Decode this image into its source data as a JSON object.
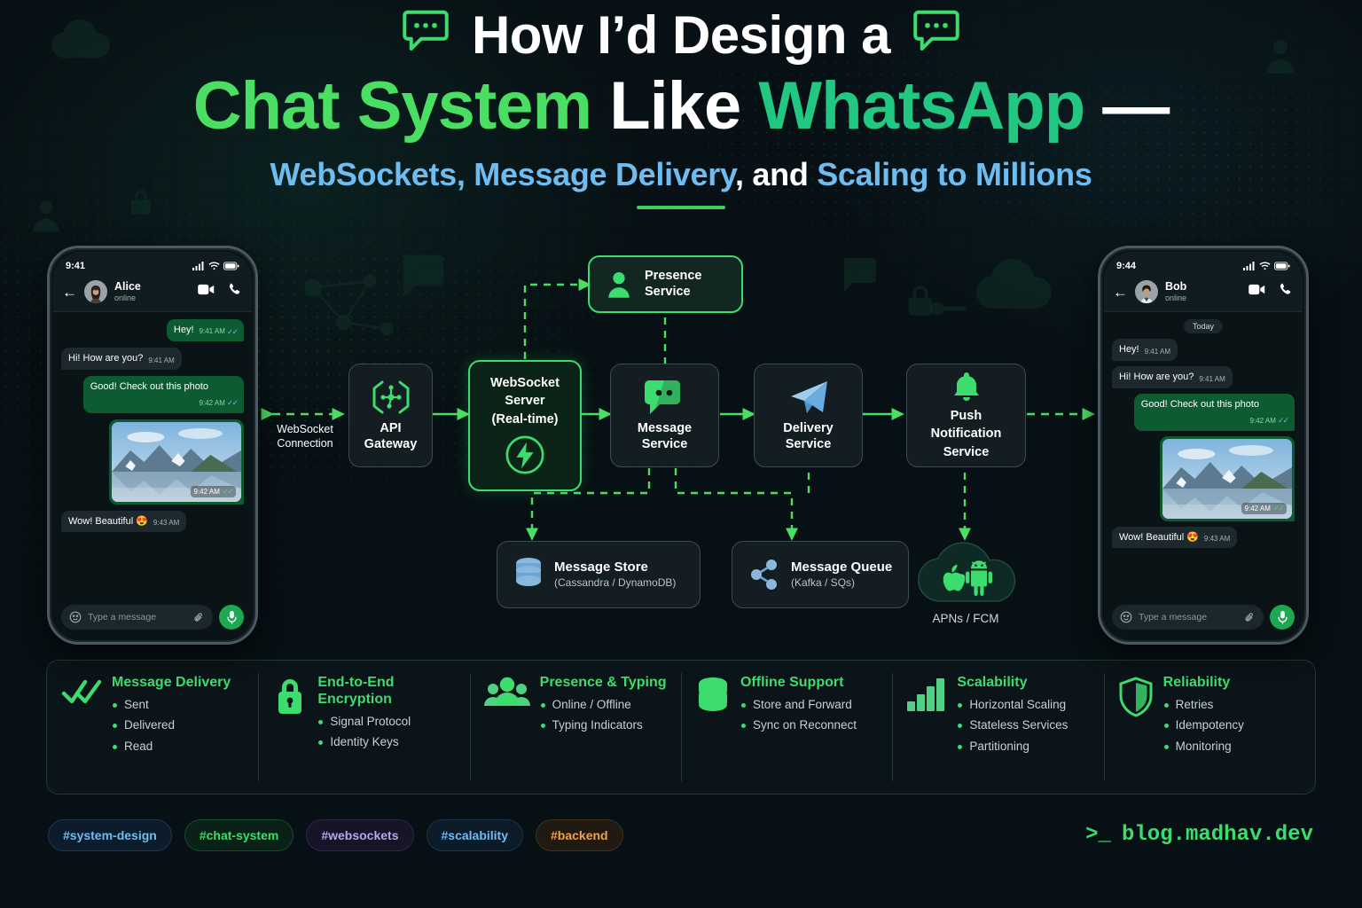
{
  "header": {
    "line1": "How I’d Design a",
    "line2_part1": "Chat System ",
    "line2_part2": "Like ",
    "line2_part3": "WhatsApp",
    "line2_dash": " —",
    "subtitle_a": "WebSockets, Message Delivery",
    "subtitle_b": ", and ",
    "subtitle_c": "Scaling to Millions",
    "bubble_icon_left": "chat-bubble-icon",
    "bubble_icon_right": "chat-bubble-icon"
  },
  "phone_left": {
    "time": "9:41",
    "peer_name": "Alice",
    "peer_status": "online",
    "back_icon": "back-arrow-icon",
    "video_icon": "video-call-icon",
    "phone_icon": "voice-call-icon",
    "messages": [
      {
        "dir": "out",
        "text": "Hey!",
        "time": "9:41 AM",
        "ticks": "blue"
      },
      {
        "dir": "in",
        "text": "Hi! How are you?",
        "time": "9:41 AM",
        "ticks": "none"
      },
      {
        "dir": "out",
        "text": "Good! Check out this photo",
        "time": "9:42 AM",
        "ticks": "blue"
      },
      {
        "dir": "photo",
        "text": "",
        "time": "9:42 AM",
        "ticks": "green"
      },
      {
        "dir": "in",
        "text": "Wow! Beautiful 😍",
        "time": "9:43 AM",
        "ticks": "none"
      }
    ],
    "composer_placeholder": "Type a message",
    "emoji_icon": "emoji-icon",
    "attach_icon": "attachment-icon",
    "mic_icon": "microphone-icon"
  },
  "phone_right": {
    "time": "9:44",
    "peer_name": "Bob",
    "peer_status": "online",
    "day_pill": "Today",
    "back_icon": "back-arrow-icon",
    "video_icon": "video-call-icon",
    "phone_icon": "voice-call-icon",
    "messages": [
      {
        "dir": "in",
        "text": "Hey!",
        "time": "9:41 AM",
        "ticks": "none"
      },
      {
        "dir": "in",
        "text": "Hi! How are you?",
        "time": "9:41 AM",
        "ticks": "none"
      },
      {
        "dir": "out",
        "text": "Good! Check out this photo",
        "time": "9:42 AM",
        "ticks": "blue"
      },
      {
        "dir": "photo",
        "text": "",
        "time": "9:42 AM",
        "ticks": "green"
      },
      {
        "dir": "in",
        "text": "Wow! Beautiful 😍",
        "time": "9:43 AM",
        "ticks": "none"
      }
    ],
    "composer_placeholder": "Type a message",
    "emoji_icon": "emoji-icon",
    "attach_icon": "attachment-icon",
    "mic_icon": "microphone-icon"
  },
  "diagram": {
    "ws_connection_label": "WebSocket\nConnection",
    "ws_connection_label_l1": "WebSocket",
    "ws_connection_label_l2": "Connection",
    "apns_label": "APNs / FCM",
    "nodes": {
      "presence": {
        "label_l1": "Presence",
        "label_l2": "Service",
        "icon": "user-icon"
      },
      "api_gateway": {
        "label_l1": "API",
        "label_l2": "Gateway",
        "icon": "api-brackets-icon"
      },
      "websocket_server": {
        "label_l1": "WebSocket",
        "label_l2": "Server",
        "label_l3": "(Real-time)",
        "icon": "lightning-bolt-icon"
      },
      "message_service": {
        "label_l1": "Message",
        "label_l2": "Service",
        "icon": "chat-bubbles-icon"
      },
      "delivery_service": {
        "label_l1": "Delivery",
        "label_l2": "Service",
        "icon": "paper-plane-icon"
      },
      "push_service": {
        "label_l1": "Push",
        "label_l2": "Notification",
        "label_l3": "Service",
        "icon": "bell-icon"
      },
      "message_store": {
        "title": "Message Store",
        "sub": "(Cassandra / DynamoDB)",
        "icon": "database-icon"
      },
      "message_queue": {
        "title": "Message Queue",
        "sub": "(Kafka / SQs)",
        "icon": "share-nodes-icon"
      },
      "apns_cloud": {
        "icon": "cloud-icon",
        "apple_icon": "apple-icon",
        "android_icon": "android-icon"
      }
    }
  },
  "features": [
    {
      "icon": "double-check-icon",
      "title": "Message Delivery",
      "title_l1": "Message Delivery",
      "title_l2": "",
      "items": [
        "Sent",
        "Delivered",
        "Read"
      ]
    },
    {
      "icon": "lock-icon",
      "title": "End-to-End Encryption",
      "title_l1": "End-to-End",
      "title_l2": "Encryption",
      "items": [
        "Signal Protocol",
        "Identity Keys"
      ]
    },
    {
      "icon": "people-icon",
      "title": "Presence & Typing",
      "title_l1": "Presence & Typing",
      "title_l2": "",
      "items": [
        "Online / Offline",
        "Typing Indicators"
      ]
    },
    {
      "icon": "database-stack-icon",
      "title": "Offline Support",
      "title_l1": "Offline Support",
      "title_l2": "",
      "items": [
        "Store and Forward",
        "Sync on Reconnect"
      ]
    },
    {
      "icon": "bar-chart-icon",
      "title": "Scalability",
      "title_l1": "Scalability",
      "title_l2": "",
      "items": [
        "Horizontal Scaling",
        "Stateless Services",
        "Partitioning"
      ]
    },
    {
      "icon": "shield-icon",
      "title": "Reliability",
      "title_l1": "Reliability",
      "title_l2": "",
      "items": [
        "Retries",
        "Idempotency",
        "Monitoring"
      ]
    }
  ],
  "tags": [
    {
      "label": "#system-design",
      "color": "#6fbcf0",
      "bg": "#0d1c2c",
      "border": "#1d3551"
    },
    {
      "label": "#chat-system",
      "color": "#3ddc6e",
      "bg": "#0a2118",
      "border": "#18492f"
    },
    {
      "label": "#websockets",
      "color": "#b9a6e8",
      "bg": "#171428",
      "border": "#2d2747"
    },
    {
      "label": "#scalability",
      "color": "#6fbcf0",
      "bg": "#0c1b28",
      "border": "#1c3247"
    },
    {
      "label": "#backend",
      "color": "#f0a24a",
      "bg": "#211a12",
      "border": "#3f3120"
    }
  ],
  "footer": {
    "prompt": ">_",
    "url": "blog.madhav.dev"
  },
  "colors": {
    "page_bg": "#071014",
    "accent_green": "#3ddc6e",
    "whatsapp_green": "#22c781",
    "accent_blue": "#6fbcf0",
    "bubble_out": "#0d5c31",
    "bubble_in": "#1d292e"
  }
}
